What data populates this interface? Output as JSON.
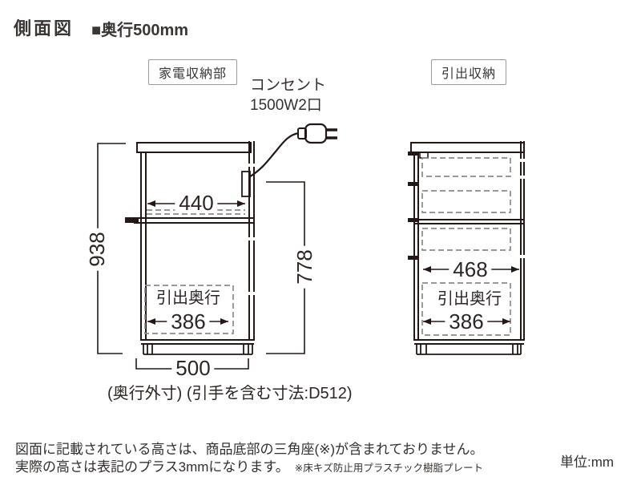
{
  "header": {
    "title": "側面図",
    "depth_note": "■奥行500mm"
  },
  "labels": {
    "appliance_storage": "家電収納部",
    "drawer_storage": "引出収納"
  },
  "outlet": {
    "name": "コンセント",
    "spec": "1500W2口"
  },
  "left_unit": {
    "height": "938",
    "inner_width": "440",
    "front_height": "778",
    "drawer_depth_label": "引出奥行",
    "drawer_depth": "386",
    "depth": "500",
    "depth_caption": "(奥行外寸) (引手を含む寸法:D512)"
  },
  "right_unit": {
    "inner_width": "468",
    "drawer_depth_label": "引出奥行",
    "drawer_depth": "386"
  },
  "footer": {
    "note1": "図面に記載されている高さは、商品底部の三角座(※)が含まれておりません。",
    "note2": "実際の高さは表記のプラス3mmになります。",
    "note2_ref": "※床キズ防止用プラスチック樹脂プレート",
    "unit": "単位:mm"
  },
  "colors": {
    "ink": "#231815",
    "dash_gray": "#8a8a8a",
    "label_border": "#9a9a9a"
  }
}
